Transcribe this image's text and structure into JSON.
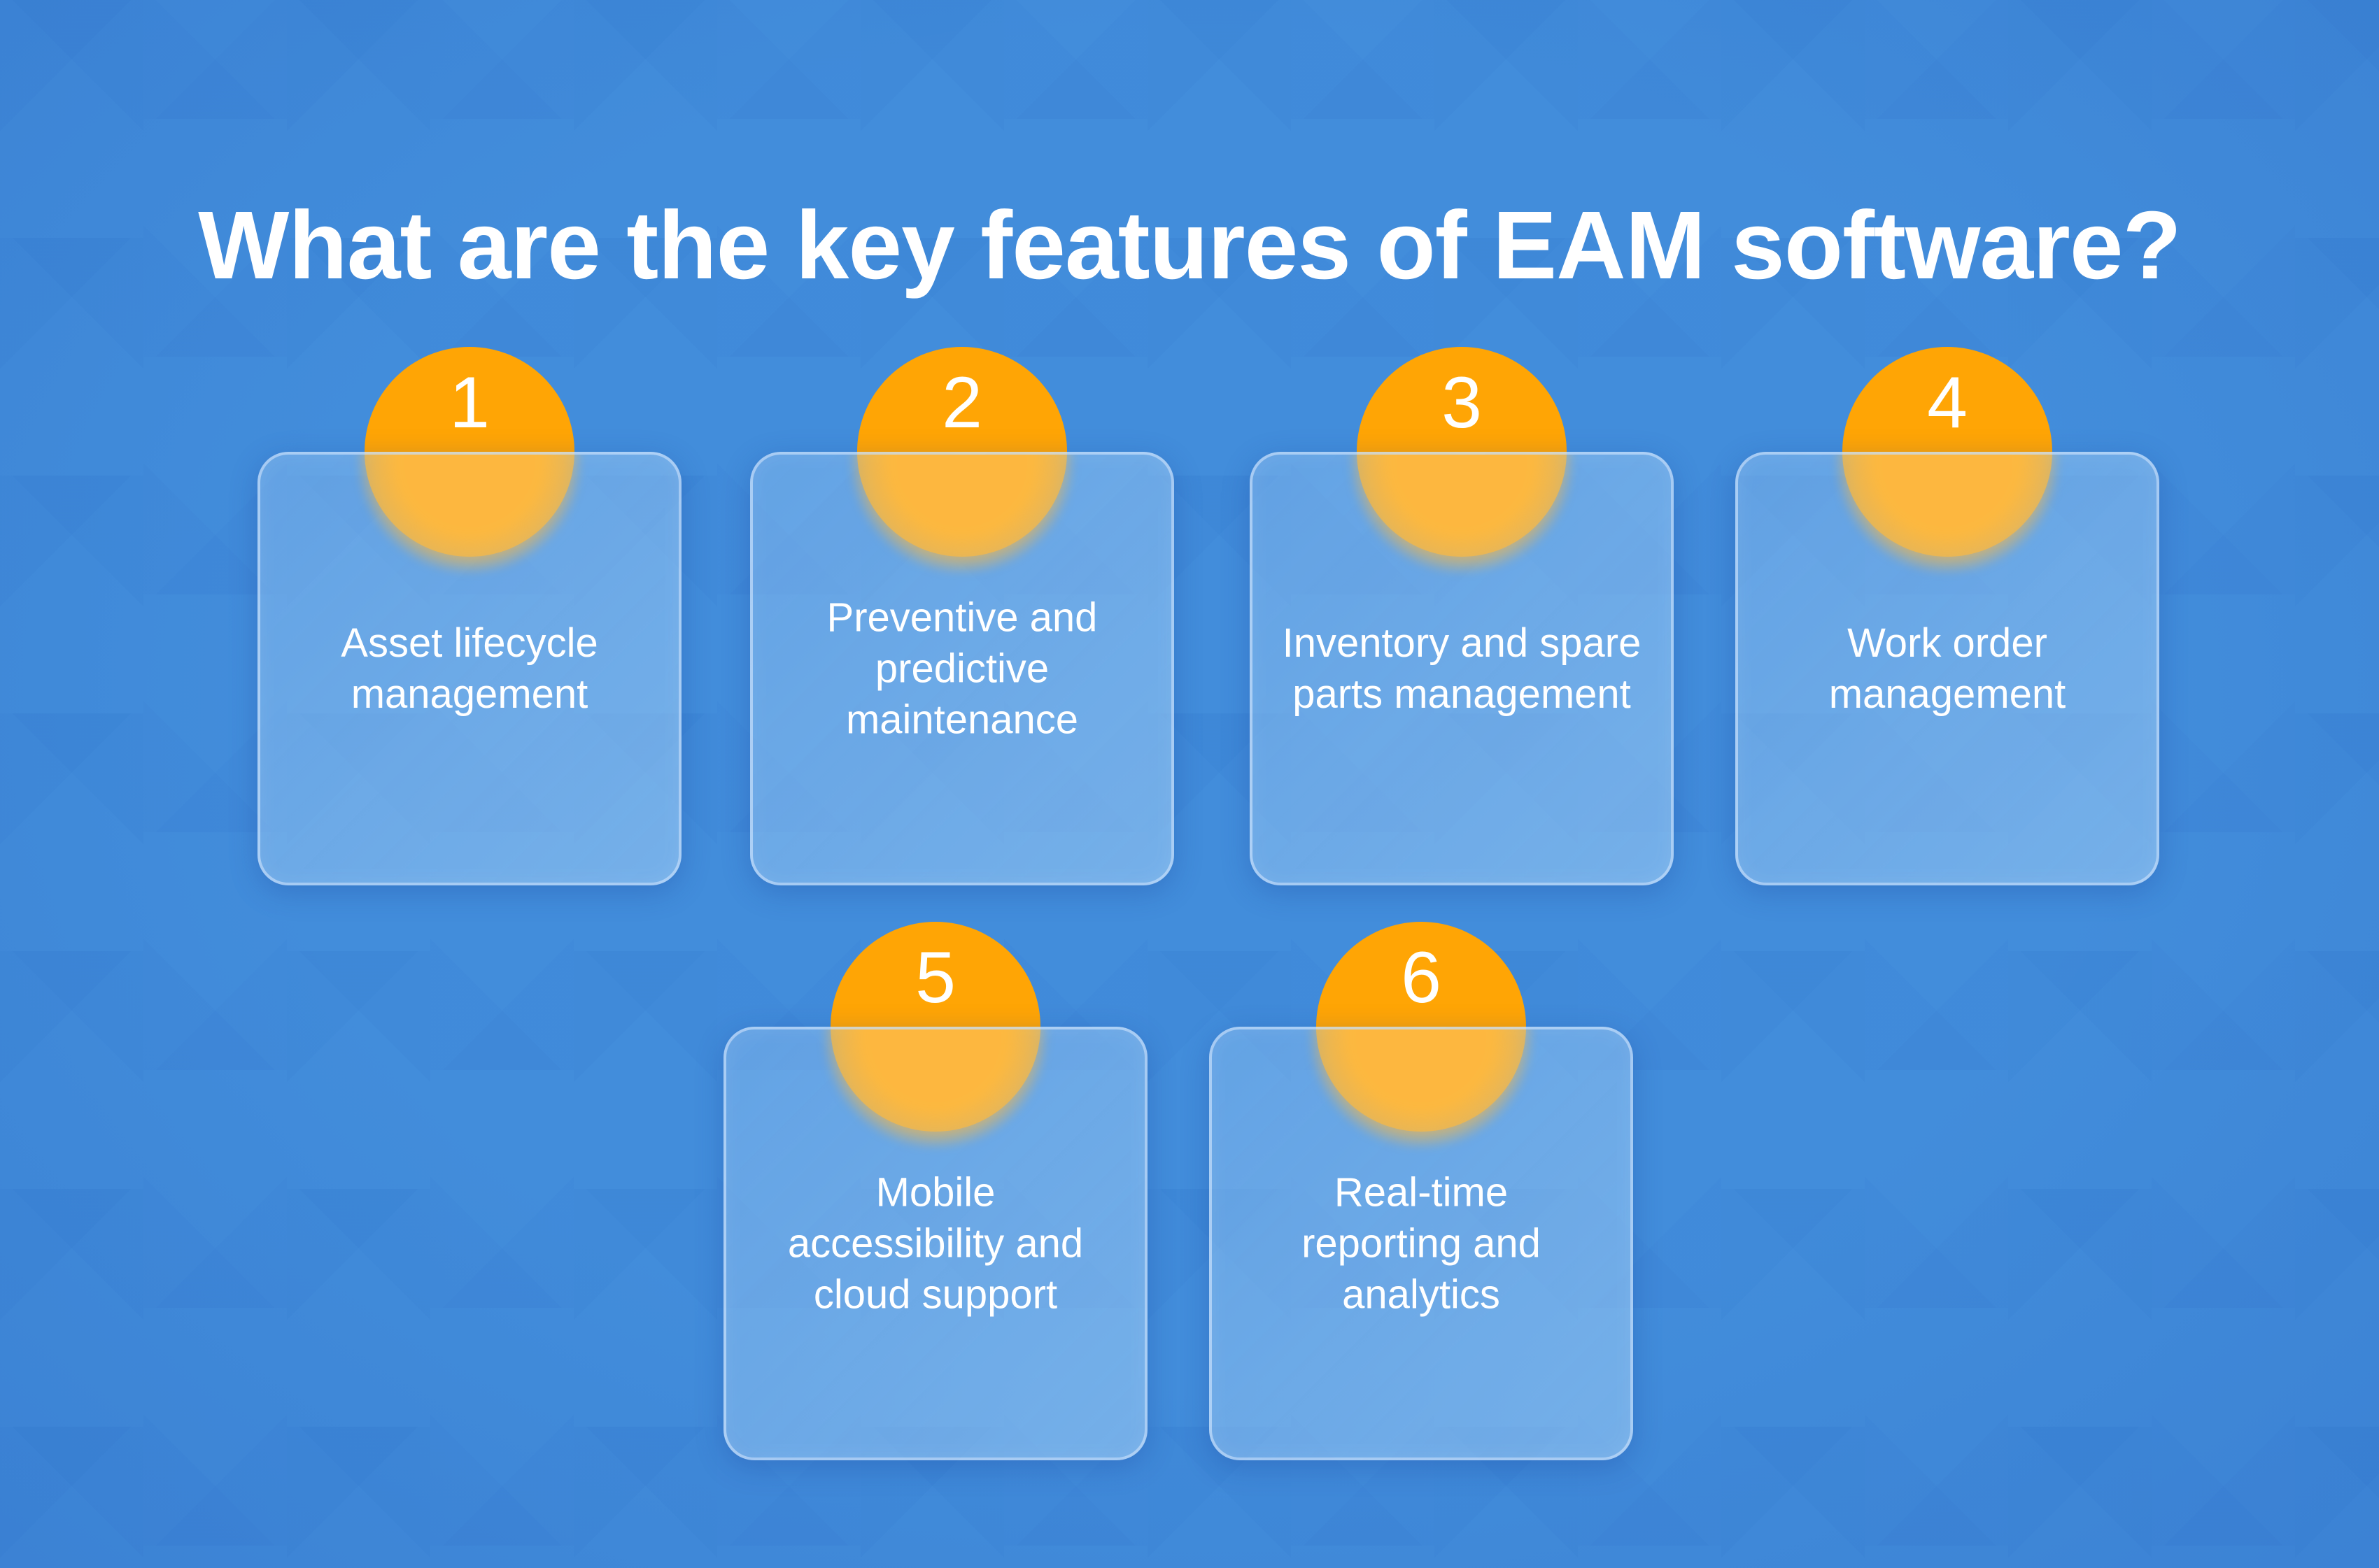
{
  "title": "What are the key features of EAM software?",
  "colors": {
    "background": "#428ddb",
    "badge": "#ffa505",
    "text": "#ffffff"
  },
  "features": [
    {
      "number": "1",
      "lines": [
        "Asset lifecycle",
        "management"
      ]
    },
    {
      "number": "2",
      "lines": [
        "Preventive and",
        "predictive",
        "maintenance"
      ]
    },
    {
      "number": "3",
      "lines": [
        "Inventory and spare",
        "parts management"
      ]
    },
    {
      "number": "4",
      "lines": [
        "Work order",
        "management"
      ]
    },
    {
      "number": "5",
      "lines": [
        "Mobile",
        "accessibility and",
        "cloud support"
      ]
    },
    {
      "number": "6",
      "lines": [
        "Real-time",
        "reporting and",
        "analytics"
      ]
    }
  ]
}
